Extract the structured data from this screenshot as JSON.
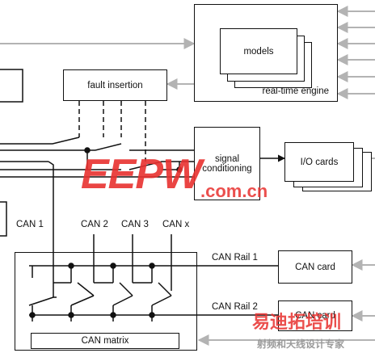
{
  "blocks": {
    "models": "models",
    "realtime_engine": "real-time engine",
    "fault_insertion": "fault insertion",
    "signal_conditioning_1": "signal",
    "signal_conditioning_2": "conditioning",
    "io_cards": "I/O cards",
    "can_card_1": "CAN card",
    "can_card_2": "CAN card",
    "can_matrix": "CAN matrix"
  },
  "labels": {
    "can_1": "CAN 1",
    "can_2": "CAN 2",
    "can_3": "CAN 3",
    "can_x": "CAN x",
    "can_rail_1": "CAN Rail 1",
    "can_rail_2": "CAN Rail 2"
  },
  "watermarks": {
    "brand": "EEPW",
    "domain": ".com.cn",
    "corner_cn": "易迪拓培训",
    "corner_sub": "射频和天线设计专家"
  },
  "colors": {
    "line": "#111111",
    "arrow_gray": "#b3b3b3",
    "watermark_red": "#e8312f",
    "watermark_gray": "#9a9a9a"
  }
}
